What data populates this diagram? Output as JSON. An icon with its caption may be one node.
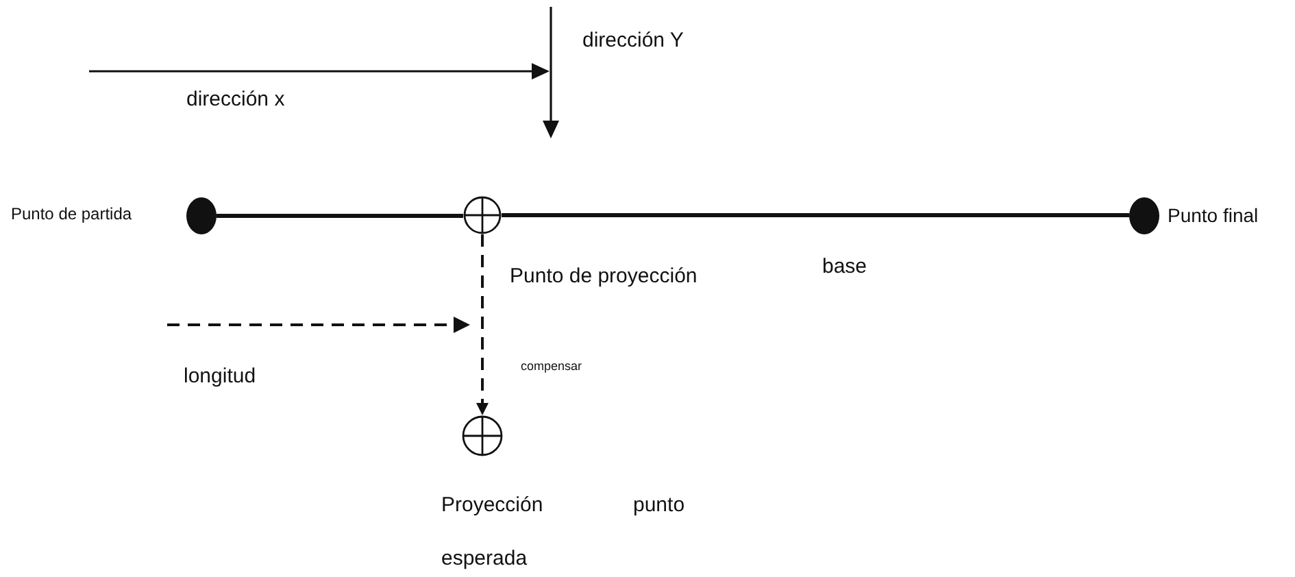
{
  "diagram": {
    "nodes": [
      {
        "text": [],
        "shape": "circle",
        "beside": [
          "Punto de partida"
        ]
      },
      {
        "text": [],
        "shape": "circle",
        "beside": [
          "Punto de proyección"
        ]
      },
      {
        "text": [],
        "shape": "circle",
        "beside": [
          "Punto final"
        ]
      },
      {
        "text": [],
        "shape": "circle"
      }
    ],
    "edges": [
      {
        "from": 0,
        "to": 1,
        "arrow": "none"
      },
      {
        "from": 1,
        "to": 2,
        "arrow": "none"
      },
      {
        "from": 1,
        "to": 3,
        "arrow": "to",
        "style": "dashed",
        "label": "compensar"
      }
    ],
    "labels": [
      "dirección Y",
      "dirección x",
      "base",
      "longitud",
      "Proyección",
      "punto",
      "esperada"
    ]
  }
}
